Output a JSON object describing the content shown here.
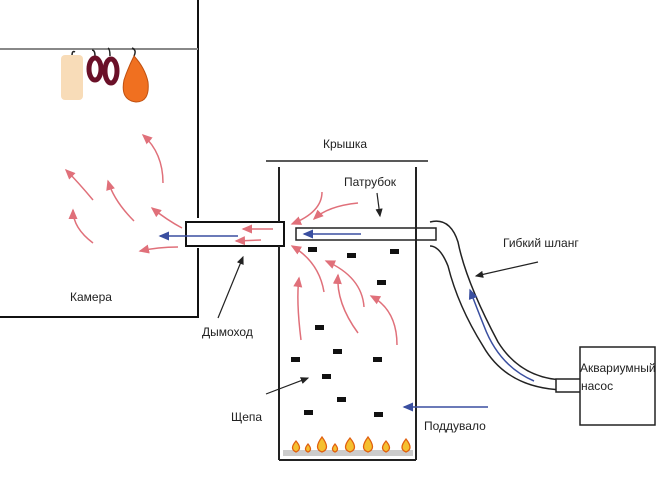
{
  "labels": {
    "camera": "Камера",
    "chimney": "Дымоход",
    "lid": "Крышка",
    "pipe": "Патрубок",
    "hose": "Гибкий шланг",
    "pump_line1": "Аквариумный",
    "pump_line2": "насос",
    "chips": "Щепа",
    "blower": "Поддувало"
  },
  "colors": {
    "smoke_arrows": "#e0707a",
    "air_arrows": "#3a4fa0",
    "meat_light": "#f8dcb8",
    "sausage": "#6a1028",
    "meat_orange": "#f07020",
    "flame": "#f5a020"
  }
}
